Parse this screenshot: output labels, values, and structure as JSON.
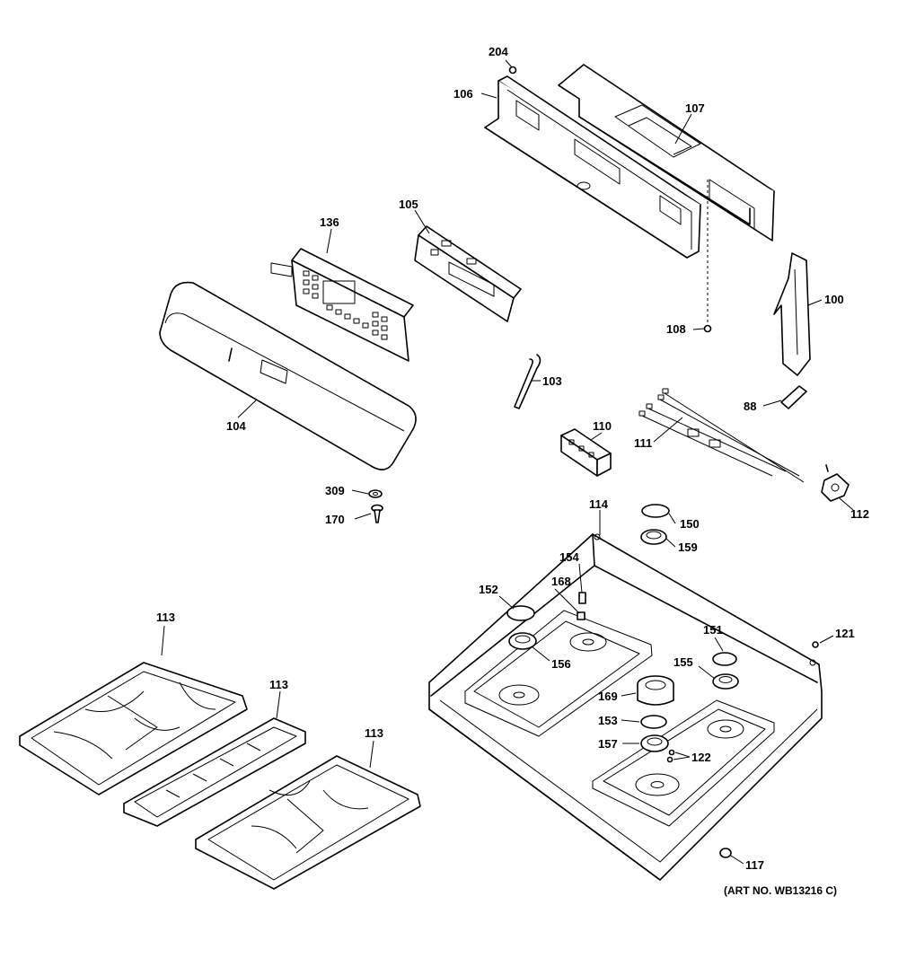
{
  "parts": [
    {
      "key": "204",
      "text": "204"
    },
    {
      "key": "106",
      "text": "106"
    },
    {
      "key": "107",
      "text": "107"
    },
    {
      "key": "136",
      "text": "136"
    },
    {
      "key": "105",
      "text": "105"
    },
    {
      "key": "100",
      "text": "100"
    },
    {
      "key": "108",
      "text": "108"
    },
    {
      "key": "104",
      "text": "104"
    },
    {
      "key": "103",
      "text": "103"
    },
    {
      "key": "88",
      "text": "88"
    },
    {
      "key": "110",
      "text": "110"
    },
    {
      "key": "111",
      "text": "111"
    },
    {
      "key": "309",
      "text": "309"
    },
    {
      "key": "112",
      "text": "112"
    },
    {
      "key": "170",
      "text": "170"
    },
    {
      "key": "114",
      "text": "114"
    },
    {
      "key": "150",
      "text": "150"
    },
    {
      "key": "159",
      "text": "159"
    },
    {
      "key": "154",
      "text": "154"
    },
    {
      "key": "113a",
      "text": "113"
    },
    {
      "key": "152",
      "text": "152"
    },
    {
      "key": "168",
      "text": "168"
    },
    {
      "key": "121",
      "text": "121"
    },
    {
      "key": "151",
      "text": "151"
    },
    {
      "key": "156",
      "text": "156"
    },
    {
      "key": "155",
      "text": "155"
    },
    {
      "key": "113b",
      "text": "113"
    },
    {
      "key": "169",
      "text": "169"
    },
    {
      "key": "153",
      "text": "153"
    },
    {
      "key": "113c",
      "text": "113"
    },
    {
      "key": "157",
      "text": "157"
    },
    {
      "key": "122",
      "text": "122"
    },
    {
      "key": "117",
      "text": "117"
    }
  ],
  "art_number": "(ART NO. WB13216 C)"
}
